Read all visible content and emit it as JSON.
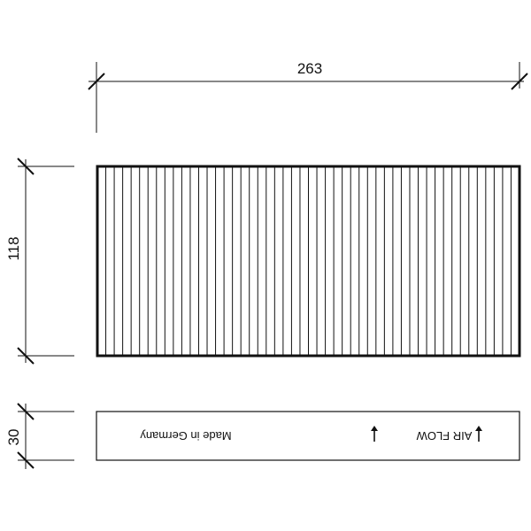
{
  "dimensions": {
    "width_label": "263",
    "height_label": "118",
    "depth_label": "30"
  },
  "side_view": {
    "airflow_label": "AIR FLOW",
    "origin_label": "Made in Germany"
  },
  "front_view": {
    "pleat_count": 49
  },
  "colors": {
    "line": "#111111",
    "background": "#ffffff"
  }
}
